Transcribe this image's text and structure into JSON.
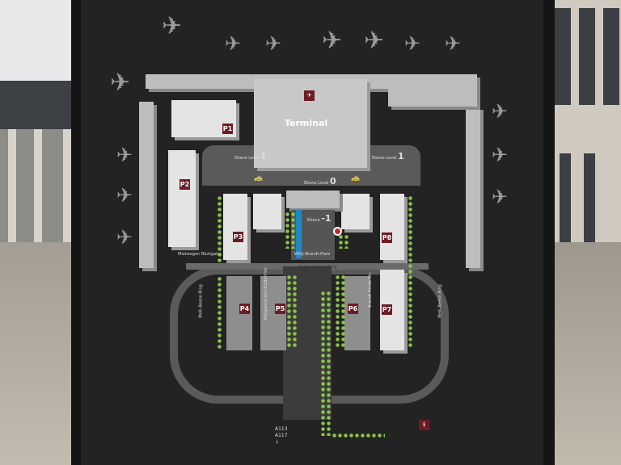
{
  "map": {
    "terminal_label": "Terminal",
    "level_word": "Ebene",
    "level_word_en": "Level",
    "levels": {
      "upper_left": "1",
      "upper_right": "1",
      "ground": "0",
      "lower": "-1"
    },
    "parking": [
      "P1",
      "P2",
      "P3",
      "P4",
      "P5",
      "P6",
      "P7",
      "P8"
    ],
    "plaza": "Willy-Brandt-Platz",
    "ring_road": "Hugo-Junkers-Ring",
    "side_road_left": "Melli-Beese-Ring",
    "side_road_right": "Melli-Beese-Ring",
    "street_mid_left": "Margarete-von-Etzdorf-Str.",
    "street_mid_right": "Brandt-Herda-Str.",
    "rental_return": "Mietwagen Rückgabe",
    "highway": [
      "A113",
      "A117"
    ],
    "colors": {
      "parking_badge": "#6b1d26",
      "trees": "#8bc34a",
      "rail": "#1e88c8"
    }
  }
}
